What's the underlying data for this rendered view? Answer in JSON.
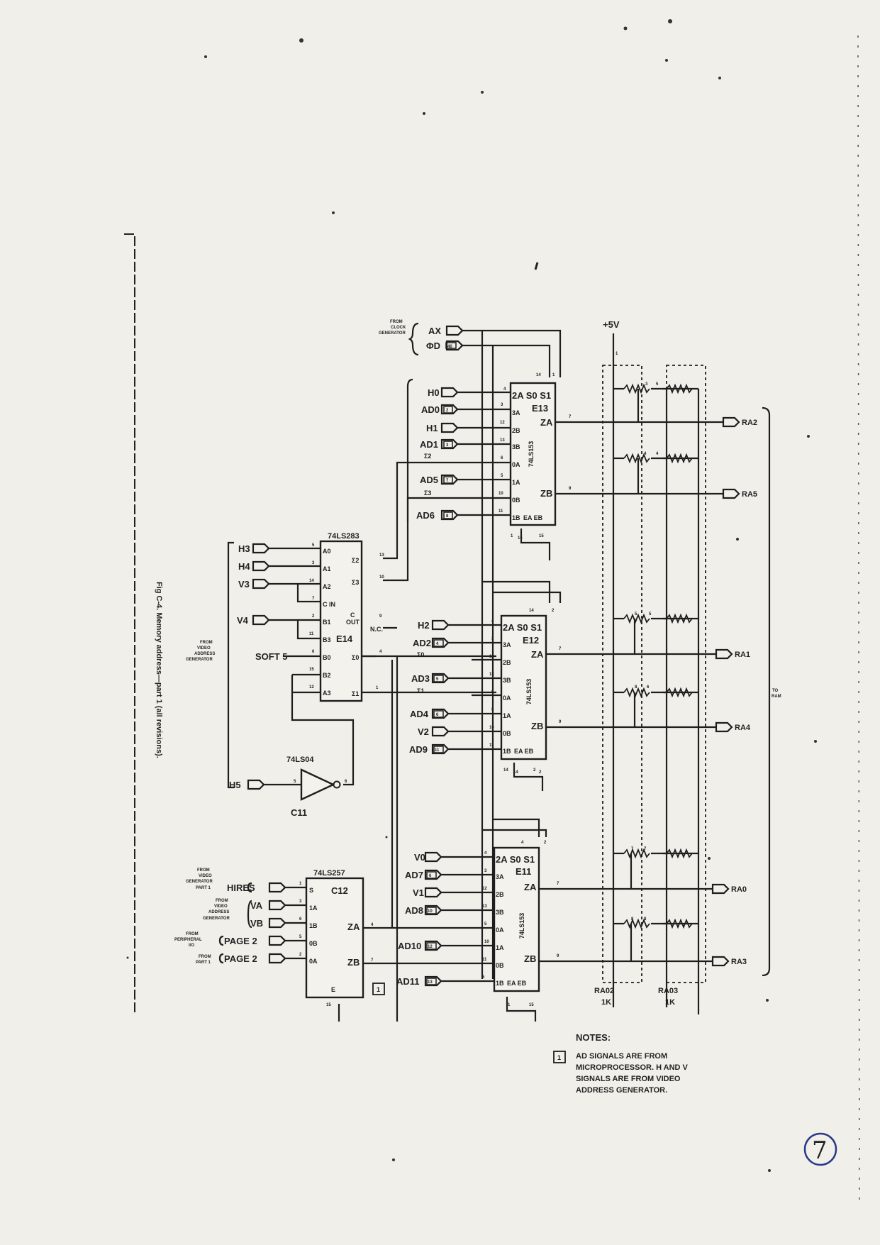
{
  "figure": {
    "caption": "Fig C-4. Memory address—part 1 (all revisions)."
  },
  "signals": {
    "ax": "AX",
    "phi0": "ΦD",
    "h0": "H0",
    "ad0": "AD0",
    "h1": "H1",
    "ad1": "AD1",
    "ad5": "AD5",
    "ad6": "AD6",
    "h3": "H3",
    "h4": "H4",
    "v3": "V3",
    "v4": "V4",
    "h5": "H5",
    "soft5": "SOFT 5",
    "h2": "H2",
    "ad2": "AD2",
    "ad3": "AD3",
    "ad4": "AD4",
    "v2": "V2",
    "ad9": "AD9",
    "v0": "V0",
    "ad7": "AD7",
    "v1": "V1",
    "ad8": "AD8",
    "ad10": "AD10",
    "ad11": "AD11",
    "hires": "HIRES",
    "va": "VA",
    "vb": "VB",
    "page2": "PAGE 2",
    "page2_bar": "PAGE 2",
    "sigma2": "Σ2",
    "sigma3": "Σ3",
    "sigma0": "Σ0",
    "sigma1": "Σ1"
  },
  "pin_boxes": [
    "40",
    "2",
    "3",
    "7",
    "8",
    "4",
    "5",
    "6",
    "11",
    "6",
    "10",
    "12",
    "13"
  ],
  "sources": {
    "clock_line1": "FROM",
    "clock_line2": "CLOCK",
    "clock_line3": "GENERATOR",
    "video_a_line1": "FROM",
    "video_a_line2": "VIDEO",
    "video_a_line3": "ADDRESS",
    "video_a_line4": "GENERATOR",
    "hires_line1": "FROM",
    "hires_line2": "VIDEO",
    "hires_line3": "GENERATOR",
    "hires_line4": "PART 1",
    "vavb_line1": "FROM",
    "vavb_line2": "VIDEO",
    "vavb_line3": "ADDRESS",
    "vavb_line4": "GENERATOR",
    "page2_line1": "FROM",
    "page2_line2": "PERIPHERAL",
    "page2_line3": "I/O",
    "page2b_line1": "FROM",
    "page2b_line2": "PART 1"
  },
  "chips": {
    "e13": {
      "header": "2A S0 S1",
      "ref": "E13",
      "pins": [
        "3A",
        "2B",
        "3B",
        "0A",
        "1A",
        "0B",
        "1B"
      ],
      "out_a": "ZA",
      "out_b": "ZB",
      "enables": "EA EB",
      "part": "74LS153"
    },
    "e12": {
      "header": "2A S0 S1",
      "ref": "E12",
      "pins": [
        "3A",
        "2B",
        "3B",
        "0A",
        "1A",
        "0B",
        "1B"
      ],
      "out_a": "ZA",
      "out_b": "ZB",
      "enables": "EA EB",
      "part": "74LS153"
    },
    "e11": {
      "header": "2A S0 S1",
      "ref": "E11",
      "pins": [
        "3A",
        "2B",
        "3B",
        "0A",
        "1A",
        "0B",
        "1B"
      ],
      "out_a": "ZA",
      "out_b": "ZB",
      "enables": "EA EB",
      "part": "74LS153"
    },
    "e14": {
      "part": "74LS283",
      "pins": [
        "A0",
        "A1",
        "A2",
        "C IN",
        "B1",
        "B3",
        "B0",
        "B2",
        "A3"
      ],
      "sum2": "Σ2",
      "sum3": "Σ3",
      "c": "C",
      "out": "OUT",
      "ref": "E14",
      "sum0": "Σ0",
      "sum1": "Σ1",
      "nc": "N.C."
    },
    "c12": {
      "part": "74LS257",
      "pins": [
        "S",
        "1A",
        "1B",
        "0B",
        "0A"
      ],
      "ref": "C12",
      "out_a": "ZA",
      "out_b": "ZB",
      "enable": "E"
    },
    "c11": {
      "part": "74LS04",
      "ref": "C11"
    }
  },
  "pin_numbers": [
    "4",
    "1",
    "14",
    "3",
    "12",
    "13",
    "6",
    "5",
    "10",
    "11",
    "1",
    "15",
    "7",
    "9",
    "13",
    "10",
    "9",
    "4",
    "1",
    "5",
    "3",
    "14",
    "7",
    "2",
    "11",
    "6",
    "15",
    "12",
    "5",
    "6",
    "4",
    "3",
    "12",
    "13",
    "6",
    "5",
    "10",
    "11",
    "14",
    "2",
    "7",
    "9",
    "14",
    "2",
    "4",
    "3",
    "12",
    "13",
    "5",
    "10",
    "11",
    "6",
    "4",
    "2",
    "7",
    "9",
    "1",
    "3",
    "6",
    "5",
    "2",
    "4",
    "7",
    "15",
    "14",
    "2",
    "1",
    "15",
    "15",
    "1",
    "3",
    "5",
    "4",
    "4",
    "5",
    "5",
    "8",
    "6",
    "7",
    "7",
    "8",
    "8"
  ],
  "power": {
    "label": "+5V"
  },
  "resistor_packs": [
    {
      "name": "RA02",
      "value": "1K"
    },
    {
      "name": "RA03",
      "value": "1K"
    }
  ],
  "outputs": [
    "RA2",
    "RA5",
    "RA1",
    "RA4",
    "RA0",
    "RA3"
  ],
  "outputs_bracket": {
    "line1": "TO",
    "line2": "RAM"
  },
  "notes": {
    "heading": "NOTES:",
    "marker": "1",
    "lines": [
      "AD SIGNALS ARE FROM",
      "MICROPROCESSOR. H AND V",
      "SIGNALS ARE FROM VIDEO",
      "ADDRESS GENERATOR."
    ]
  },
  "page_number": "7"
}
